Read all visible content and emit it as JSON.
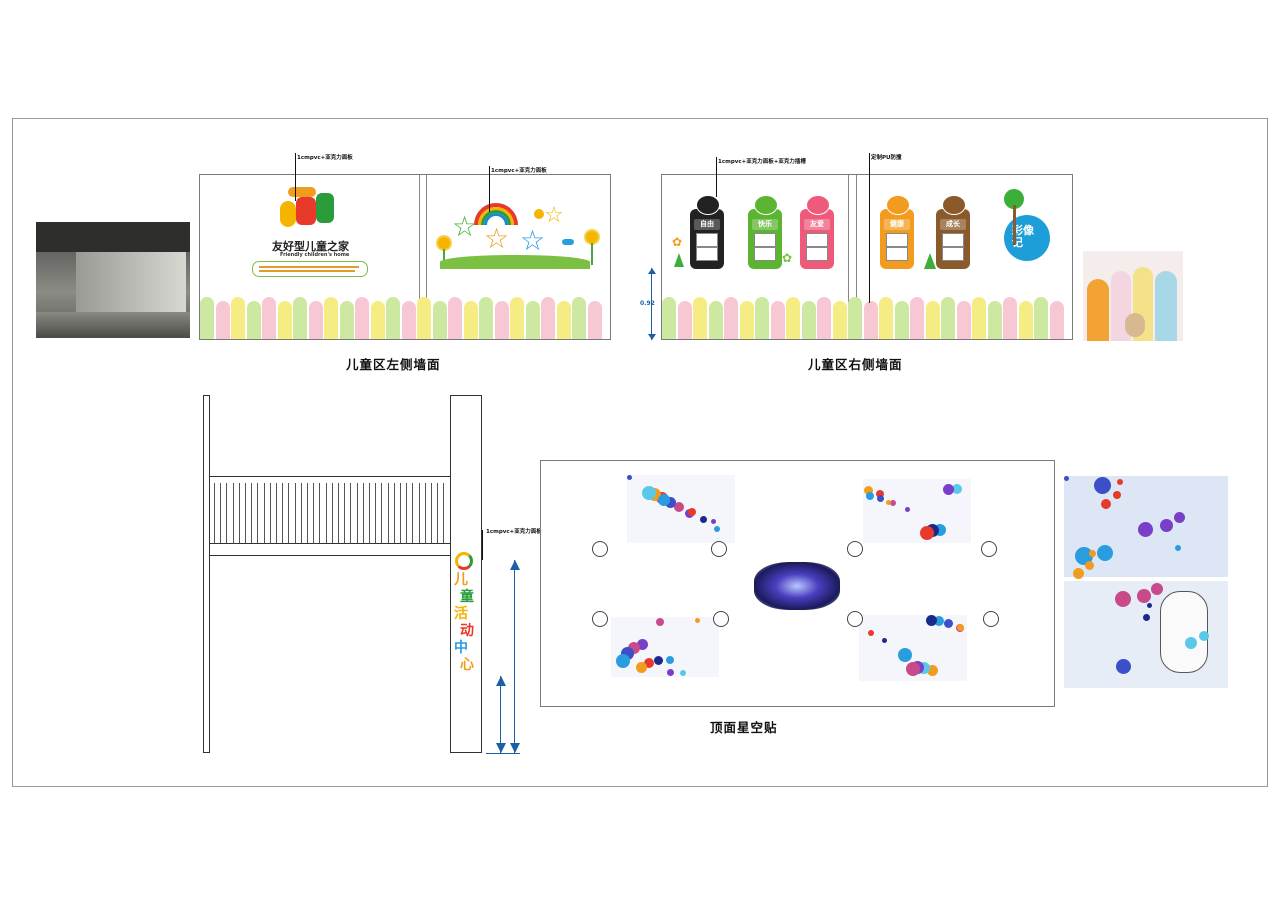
{
  "notes": {
    "left_logo": "1cmpvc+亚克力面板",
    "left_rainbow": "1cmpvc+亚克力面板",
    "right_cards": "1cmpvc+亚克力面板+亚克力插槽",
    "right_pu": "定制PU防撞",
    "vertical_logo": "1cmpvc+亚克力面板"
  },
  "left_wall": {
    "caption": "儿童区左侧墙面",
    "logo_title": "友好型儿童之家",
    "logo_subtitle": "Friendly children's home"
  },
  "right_wall": {
    "caption": "儿童区右侧墙面",
    "height_label": "0.92",
    "cards": [
      {
        "label": "自由",
        "color": "#222222"
      },
      {
        "label": "快乐",
        "color": "#5cb531"
      },
      {
        "label": "友爱",
        "color": "#ef5a7a"
      },
      {
        "label": "健康",
        "color": "#f29c1f"
      },
      {
        "label": "成长",
        "color": "#8a5a2b"
      }
    ],
    "photo_wall": "彩像记"
  },
  "activity_center": {
    "chars": [
      "儿",
      "童",
      "活",
      "动",
      "中",
      "心"
    ]
  },
  "ceiling": {
    "caption": "顶面星空贴"
  },
  "colors": {
    "fence": [
      "#cde8a0",
      "#f7c8d4",
      "#f6ec84",
      "#cde8a0",
      "#f7c8d4",
      "#f6ec84"
    ],
    "dimension_blue": "#1a5fa8"
  }
}
